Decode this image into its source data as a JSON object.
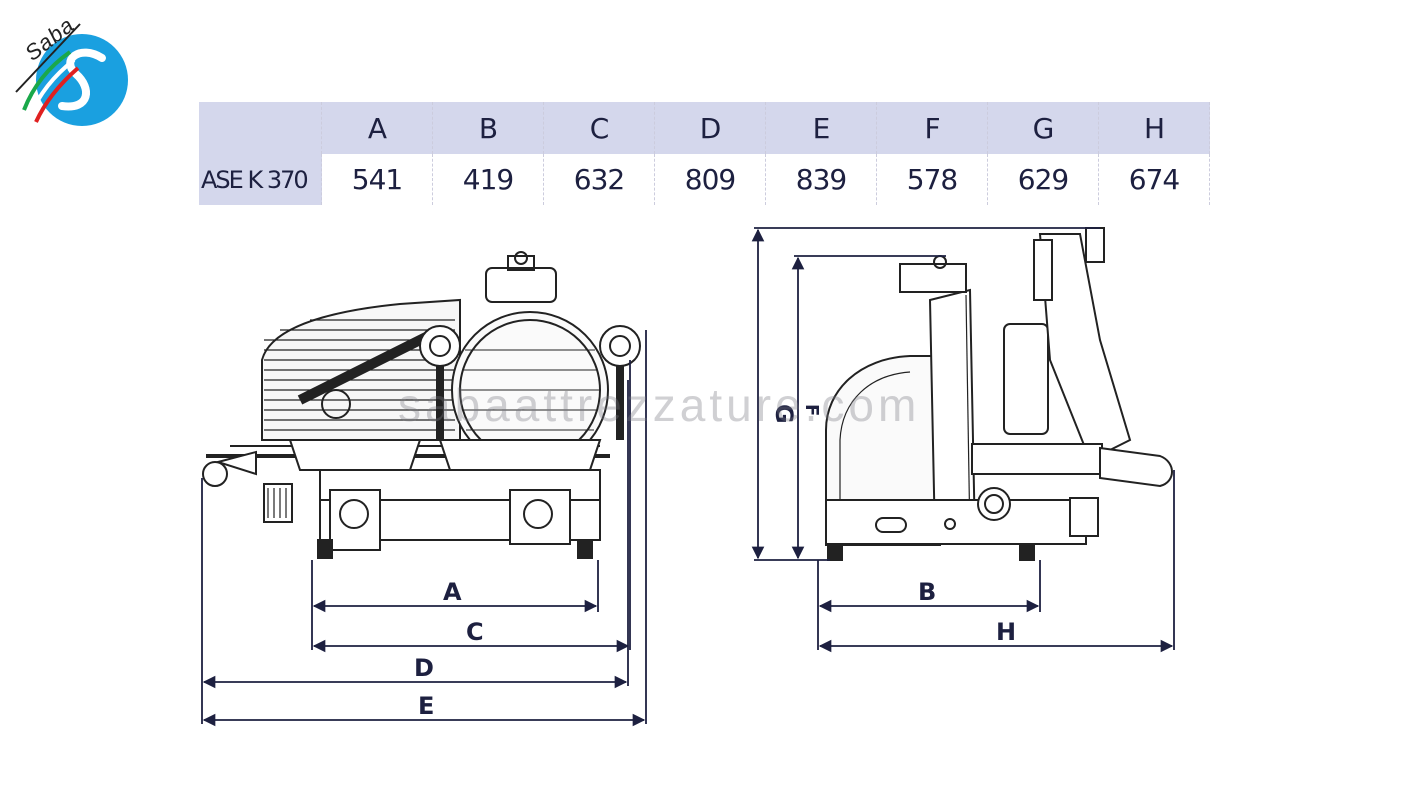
{
  "logo": {
    "text": "Saba",
    "icon": "saba-s-logo"
  },
  "table": {
    "model": "ASE K 370",
    "columns": [
      "A",
      "B",
      "C",
      "D",
      "E",
      "F",
      "G",
      "H"
    ],
    "values": [
      "541",
      "419",
      "632",
      "809",
      "839",
      "578",
      "629",
      "674"
    ]
  },
  "watermark": "sabaattrezzature.com",
  "labels": {
    "A": "A",
    "B": "B",
    "C": "C",
    "D": "D",
    "E": "E",
    "F": "F",
    "G": "G",
    "H": "H"
  },
  "colors": {
    "header_bg": "#d4d7ec",
    "logo_blue": "#1aa0e0",
    "ink": "#1d2040"
  }
}
